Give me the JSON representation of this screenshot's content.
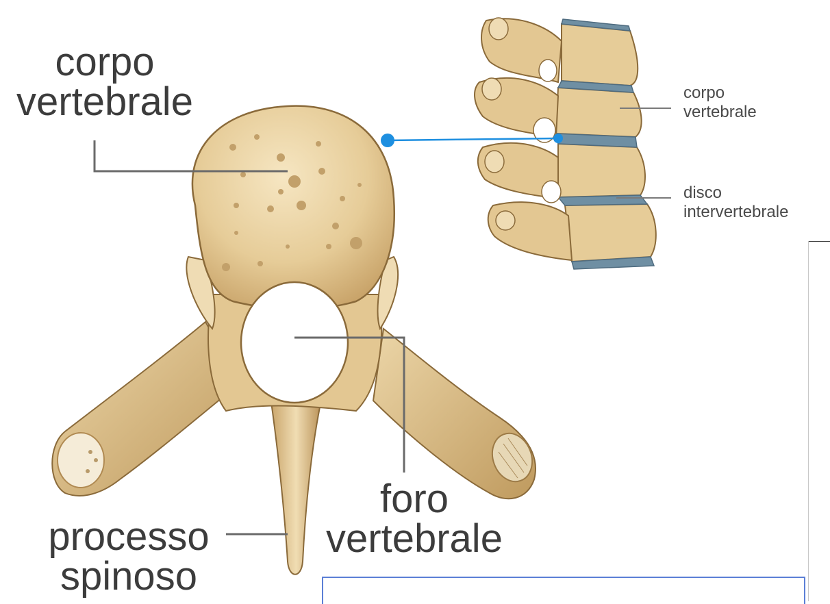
{
  "labels": {
    "corpo_vertebrale_big": [
      "corpo",
      "vertebrale"
    ],
    "processo_spinoso": [
      "processo",
      "spinoso"
    ],
    "foro_vertebrale": [
      "foro",
      "vertebrale"
    ],
    "corpo_vertebrale_small": [
      "corpo",
      "vertebrale"
    ],
    "disco_intervertebrale": [
      "disco",
      "intervertebrale"
    ]
  },
  "colors": {
    "bone": "#e9d3a6",
    "bone_shadow": "#c9a66b",
    "bone_outline": "#8a6a3a",
    "disc": "#6f8fa3",
    "callout_blue": "#1e8fe0",
    "leader_line": "#6a6a6a"
  }
}
